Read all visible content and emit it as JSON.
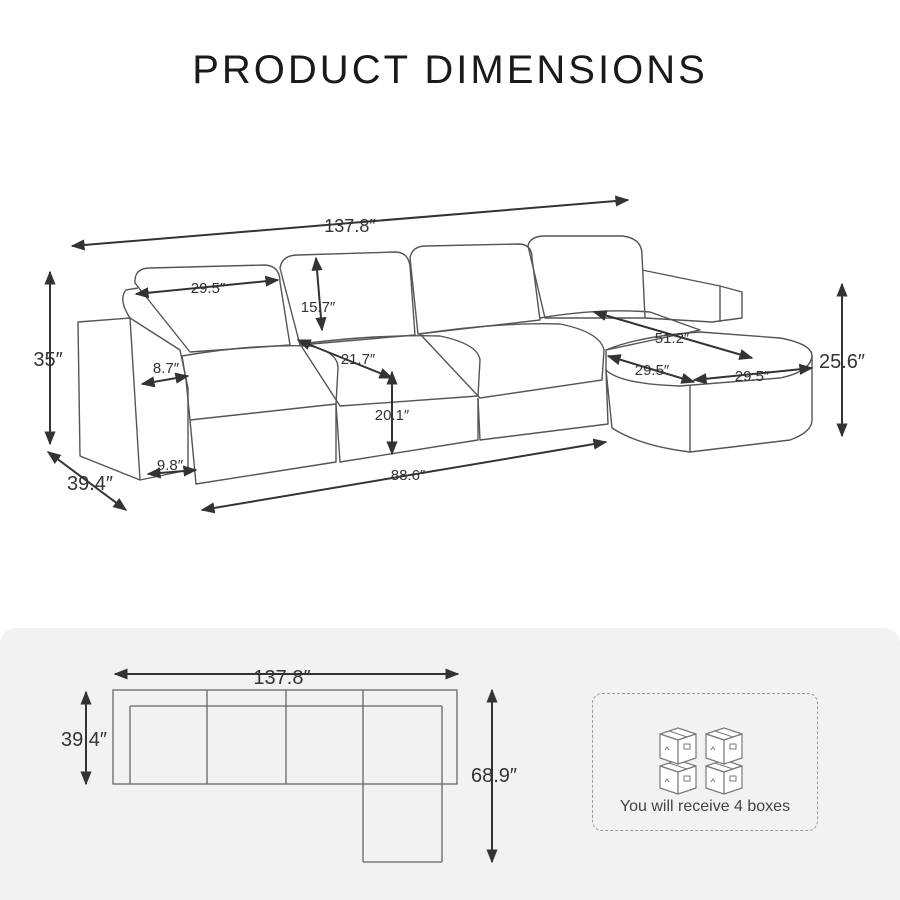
{
  "title": "PRODUCT DIMENSIONS",
  "front_view": {
    "total_width": "137.8″",
    "height": "35″",
    "depth": "39.4″",
    "seat_width": "29.5″",
    "back_height": "15.7″",
    "arm_width": "8.7″",
    "seat_depth": "21.7″",
    "seat_height": "20.1″",
    "arm_base": "9.8″",
    "base_length": "88.6″",
    "chaise_length": "51.2″",
    "ottoman_width": "29.5″",
    "ottoman_depth": "29.5″",
    "ottoman_height": "25.6″"
  },
  "top_view": {
    "width": "137.8″",
    "depth": "39.4″",
    "total_depth": "68.9″"
  },
  "package": {
    "caption": "You will receive 4 boxes",
    "icon": "box-icon"
  },
  "colors": {
    "line": "#333333",
    "sofa": "#555555",
    "panel": "#f2f2f2"
  }
}
